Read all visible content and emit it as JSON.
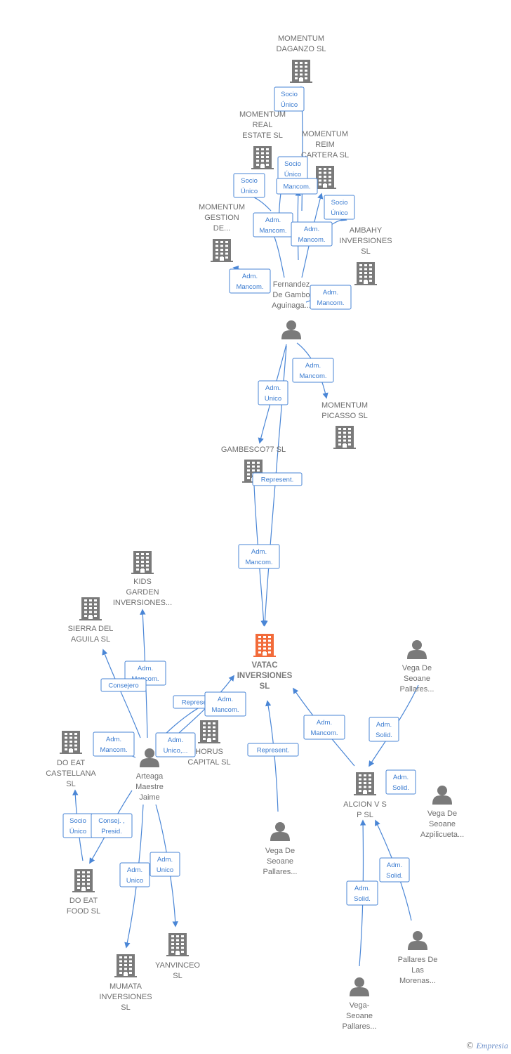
{
  "colors": {
    "company": "#7a7a7a",
    "focus": "#f26b3a",
    "person": "#7a7a7a",
    "edge": "#4a86d6"
  },
  "nodes": [
    {
      "id": "momentum_daganzo",
      "kind": "company",
      "icon": "building-icon",
      "lines": [
        "MOMENTUM",
        "DAGANZO  SL"
      ]
    },
    {
      "id": "momentum_real",
      "kind": "company",
      "icon": "building-icon",
      "lines": [
        "MOMENTUM",
        "REAL",
        "ESTATE SL"
      ]
    },
    {
      "id": "momentum_reim",
      "kind": "company",
      "icon": "building-icon",
      "lines": [
        "MOMENTUM",
        "REIM",
        "CARTERA  SL"
      ]
    },
    {
      "id": "momentum_gestion",
      "kind": "company",
      "icon": "building-icon",
      "lines": [
        "MOMENTUM",
        "GESTION",
        "DE..."
      ]
    },
    {
      "id": "ambahy",
      "kind": "company",
      "icon": "building-icon",
      "lines": [
        "AMBAHY",
        "INVERSIONES",
        "SL"
      ]
    },
    {
      "id": "fernandez",
      "kind": "person",
      "icon": "person-icon",
      "lines": [
        "Fernandez",
        "De Gambo",
        "Aguinaga..."
      ]
    },
    {
      "id": "momentum_picasso",
      "kind": "company",
      "icon": "building-icon",
      "lines": [
        "MOMENTUM",
        "PICASSO  SL"
      ]
    },
    {
      "id": "gambesco77",
      "kind": "company",
      "icon": "building-icon",
      "lines": [
        "GAMBESCO77 SL"
      ]
    },
    {
      "id": "kids_garden",
      "kind": "company",
      "icon": "building-icon",
      "lines": [
        "KIDS",
        "GARDEN",
        "INVERSIONES..."
      ]
    },
    {
      "id": "sierra_aguila",
      "kind": "company",
      "icon": "building-icon",
      "lines": [
        "SIERRA DEL",
        "AGUILA SL"
      ]
    },
    {
      "id": "vatac",
      "kind": "focus",
      "icon": "building-icon",
      "lines": [
        "VATAC",
        "INVERSIONES",
        "SL"
      ]
    },
    {
      "id": "vega_pallares_1",
      "kind": "person",
      "icon": "person-icon",
      "lines": [
        "Vega De",
        "Seoane",
        "Pallares..."
      ]
    },
    {
      "id": "horus",
      "kind": "company",
      "icon": "building-icon",
      "lines": [
        "HORUS",
        "CAPITAL  SL"
      ]
    },
    {
      "id": "do_eat_castellana",
      "kind": "company",
      "icon": "building-icon",
      "lines": [
        "DO EAT",
        "CASTELLANA",
        "SL"
      ]
    },
    {
      "id": "arteaga",
      "kind": "person",
      "icon": "person-icon",
      "lines": [
        "Arteaga",
        "Maestre",
        "Jaime"
      ]
    },
    {
      "id": "alcion",
      "kind": "company",
      "icon": "building-icon",
      "lines": [
        "ALCION V S",
        "P  SL"
      ]
    },
    {
      "id": "vega_azpilicueta",
      "kind": "person",
      "icon": "person-icon",
      "lines": [
        "Vega De",
        "Seoane",
        "Azpilicueta..."
      ]
    },
    {
      "id": "vega_pallares_2",
      "kind": "person",
      "icon": "person-icon",
      "lines": [
        "Vega De",
        "Seoane",
        "Pallares..."
      ]
    },
    {
      "id": "do_eat_food",
      "kind": "company",
      "icon": "building-icon",
      "lines": [
        "DO EAT",
        "FOOD SL"
      ]
    },
    {
      "id": "pallares_morenas",
      "kind": "person",
      "icon": "person-icon",
      "lines": [
        "Pallares De",
        "Las",
        "Morenas..."
      ]
    },
    {
      "id": "yanvinceo",
      "kind": "company",
      "icon": "building-icon",
      "lines": [
        "YANVINCEO",
        "SL"
      ]
    },
    {
      "id": "mumata",
      "kind": "company",
      "icon": "building-icon",
      "lines": [
        "MUMATA",
        "INVERSIONES",
        "SL"
      ]
    },
    {
      "id": "vega_seoane_pallares_3",
      "kind": "person",
      "icon": "person-icon",
      "lines": [
        "Vega-",
        "Seoane",
        "Pallares..."
      ]
    }
  ],
  "edges": [
    {
      "id": "e1",
      "lines": [
        "Socio",
        "Único"
      ]
    },
    {
      "id": "e2",
      "lines": [
        "Socio",
        "Único"
      ]
    },
    {
      "id": "e3",
      "lines": [
        "Socio",
        "Único"
      ]
    },
    {
      "id": "e4",
      "lines": [
        "Mancom."
      ]
    },
    {
      "id": "e5",
      "lines": [
        "Adm.",
        "Mancom."
      ]
    },
    {
      "id": "e6",
      "lines": [
        "Socio",
        "Único"
      ]
    },
    {
      "id": "e7",
      "lines": [
        "Adm.",
        "Mancom."
      ]
    },
    {
      "id": "e8",
      "lines": [
        "Adm.",
        "Mancom."
      ]
    },
    {
      "id": "e9",
      "lines": [
        "Adm.",
        "Mancom."
      ]
    },
    {
      "id": "e10",
      "lines": [
        "Adm.",
        "Mancom."
      ]
    },
    {
      "id": "e11",
      "lines": [
        "Adm.",
        "Unico"
      ]
    },
    {
      "id": "e12",
      "lines": [
        "Represent."
      ]
    },
    {
      "id": "e13",
      "lines": [
        "Adm.",
        "Mancom."
      ]
    },
    {
      "id": "e14",
      "lines": [
        "Adm.",
        "Mancom."
      ]
    },
    {
      "id": "e15",
      "lines": [
        "Consejero"
      ]
    },
    {
      "id": "e16",
      "lines": [
        "Represent."
      ]
    },
    {
      "id": "e17",
      "lines": [
        "Adm.",
        "Mancom."
      ]
    },
    {
      "id": "e18",
      "lines": [
        "Adm.",
        "Mancom."
      ]
    },
    {
      "id": "e19",
      "lines": [
        "Adm.",
        "Unico,..."
      ]
    },
    {
      "id": "e20",
      "lines": [
        "Represent."
      ]
    },
    {
      "id": "e21",
      "lines": [
        "Adm.",
        "Mancom."
      ]
    },
    {
      "id": "e22",
      "lines": [
        "Adm.",
        "Solid."
      ]
    },
    {
      "id": "e23",
      "lines": [
        "Adm.",
        "Solid."
      ]
    },
    {
      "id": "e24",
      "lines": [
        "Socio",
        "Único"
      ]
    },
    {
      "id": "e25",
      "lines": [
        "Consej. ,",
        "Presid."
      ]
    },
    {
      "id": "e26",
      "lines": [
        "Adm.",
        "Unico"
      ]
    },
    {
      "id": "e27",
      "lines": [
        "Adm.",
        "Unico"
      ]
    },
    {
      "id": "e28",
      "lines": [
        "Adm.",
        "Solid."
      ]
    },
    {
      "id": "e29",
      "lines": [
        "Adm.",
        "Solid."
      ]
    }
  ],
  "footer": {
    "copyright": "©",
    "brand": "Empresia"
  }
}
